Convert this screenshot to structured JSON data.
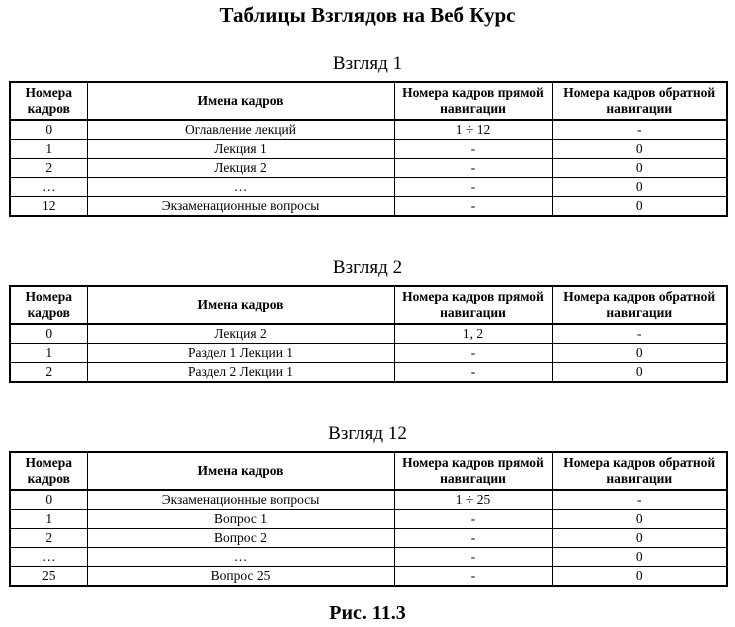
{
  "page": {
    "title": "Таблицы Взглядов на Веб Курс",
    "caption": "Рис. 11.3"
  },
  "columns": [
    "Номера кадров",
    "Имена кадров",
    "Номера кадров прямой навигации",
    "Номера кадров обратной навигации"
  ],
  "tables": [
    {
      "heading": "Взгляд 1",
      "rows": [
        [
          "0",
          "Оглавление лекций",
          "1 ÷ 12",
          "-"
        ],
        [
          "1",
          "Лекция 1",
          "-",
          "0"
        ],
        [
          "2",
          "Лекция 2",
          "-",
          "0"
        ],
        [
          "…",
          "…",
          "-",
          "0"
        ],
        [
          "12",
          "Экзаменационные вопросы",
          "-",
          "0"
        ]
      ]
    },
    {
      "heading": "Взгляд 2",
      "rows": [
        [
          "0",
          "Лекция 2",
          "1, 2",
          "-"
        ],
        [
          "1",
          "Раздел 1 Лекции 1",
          "-",
          "0"
        ],
        [
          "2",
          "Раздел 2 Лекции 1",
          "-",
          "0"
        ]
      ]
    },
    {
      "heading": "Взгляд 12",
      "rows": [
        [
          "0",
          "Экзаменационные вопросы",
          "1 ÷ 25",
          "-"
        ],
        [
          "1",
          "Вопрос 1",
          "-",
          "0"
        ],
        [
          "2",
          "Вопрос 2",
          "-",
          "0"
        ],
        [
          "…",
          "…",
          "-",
          "0"
        ],
        [
          "25",
          "Вопрос 25",
          "-",
          "0"
        ]
      ]
    }
  ]
}
